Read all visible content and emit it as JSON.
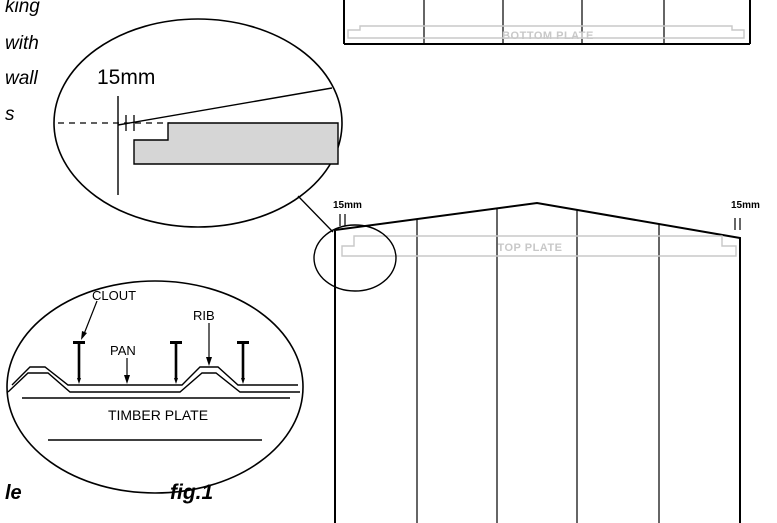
{
  "side_text": {
    "lines": [
      "king",
      "with",
      "wall",
      "s"
    ],
    "bottom_fragment": "le"
  },
  "detail_zoom": {
    "dimension": "15mm"
  },
  "bottom_wall": {
    "plate_label": "BOTTOM PLATE"
  },
  "main_wall": {
    "left_dimension": "15mm",
    "right_dimension": "15mm",
    "plate_label": "TOP PLATE"
  },
  "fixing_detail": {
    "clout": "CLOUT",
    "rib": "RIB",
    "pan": "PAN",
    "timber_plate": "TIMBER PLATE"
  },
  "figure_caption": "fig.1"
}
